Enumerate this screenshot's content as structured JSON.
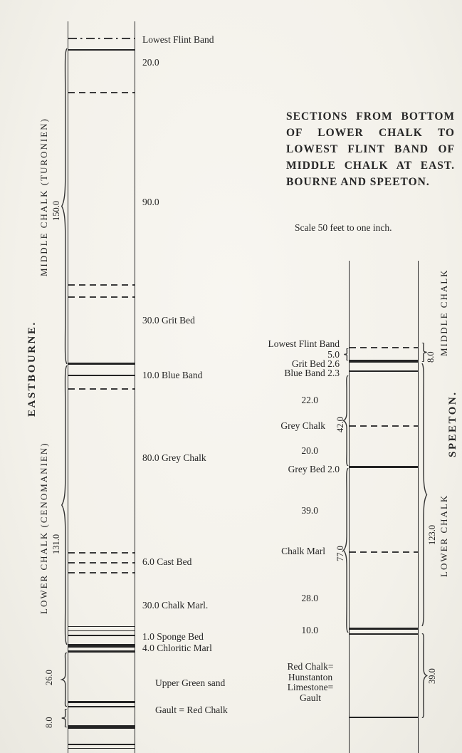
{
  "title": {
    "line1": "SECTIONS FROM BOTTOM",
    "line2": "OF LOWER CHALK TO",
    "line3": "LOWEST FLINT BAND OF",
    "line4": "MIDDLE CHALK AT EAST.",
    "line5": "BOURNE AND SPEETON.",
    "scale_note": "Scale 50 feet to one inch."
  },
  "eastbourne": {
    "location": "EASTBOURNE.",
    "middle_chalk": "MIDDLE CHALK (TURONIEN)",
    "middle_chalk_total": "150.0",
    "lower_chalk": "LOWER CHALK (CENOMANIEN)",
    "lower_chalk_total": "131.0",
    "greensand_total": "26.0",
    "gault_total": "8.0",
    "beds": {
      "flint": "Lowest Flint Band",
      "b20": "20.0",
      "b90": "90.0",
      "grit": "30.0 Grit Bed",
      "blue": "10.0 Blue Band",
      "grey": "80.0 Grey Chalk",
      "cast": "6.0 Cast Bed",
      "marl": "30.0 Chalk Marl.",
      "sponge": "1.0 Sponge Bed",
      "chloritic": "4.0 Chloritic Marl",
      "greensand": "Upper Green sand",
      "gault": "Gault = Red Chalk"
    }
  },
  "speeton": {
    "location": "SPEETON.",
    "middle_chalk": "MIDDLE CHALK",
    "middle_chalk_total": "8.0",
    "lower_chalk": "LOWER CHALK",
    "lower_chalk_total": "123.0",
    "red_chalk_total": "39.0",
    "grey_chalk_total": "42.0",
    "chalk_marl_total": "77.0",
    "beds": {
      "flint": "Lowest Flint Band",
      "b5": "5.0",
      "grit": "Grit Bed 2.6",
      "blue": "Blue Band 2.3",
      "b22": "22.0",
      "grey": "Grey Chalk",
      "b20": "20.0",
      "greybed": "Grey Bed 2.0",
      "b39": "39.0",
      "marl": "Chalk Marl",
      "b28": "28.0",
      "b10": "10.0",
      "red1": "Red Chalk=",
      "red2": "Hunstanton",
      "red3": "Limestone=",
      "red4": "Gault"
    }
  }
}
